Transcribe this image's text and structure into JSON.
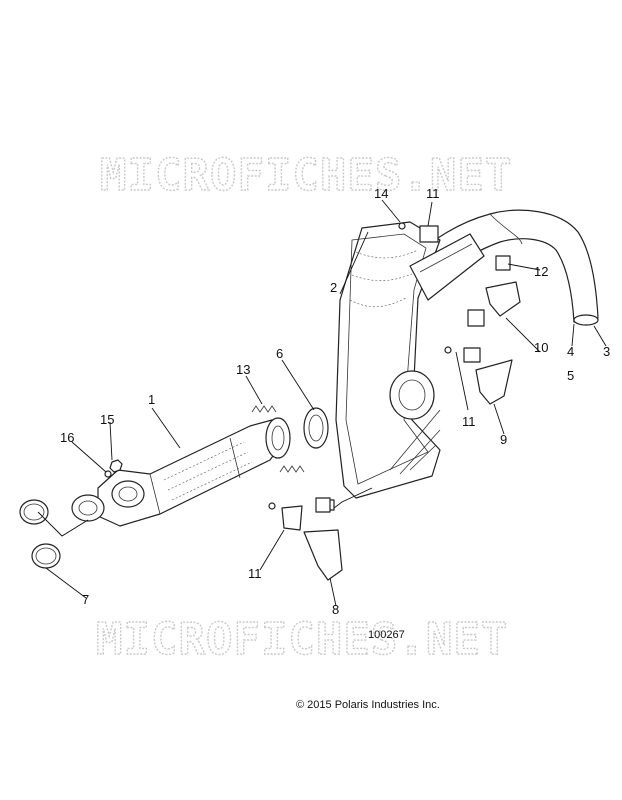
{
  "watermark": {
    "top": "MICROFICHES.NET",
    "bottom": "MICROFICHES.NET"
  },
  "callouts": {
    "c1": "1",
    "c2": "2",
    "c3": "3",
    "c4": "4",
    "c5": "5",
    "c6": "6",
    "c7": "7",
    "c8": "8",
    "c9": "9",
    "c10": "10",
    "c11a": "11",
    "c11b": "11",
    "c11c": "11",
    "c12": "12",
    "c13": "13",
    "c14": "14",
    "c15": "15",
    "c16": "16"
  },
  "document_number": "100267",
  "copyright": "© 2015 Polaris Industries Inc."
}
